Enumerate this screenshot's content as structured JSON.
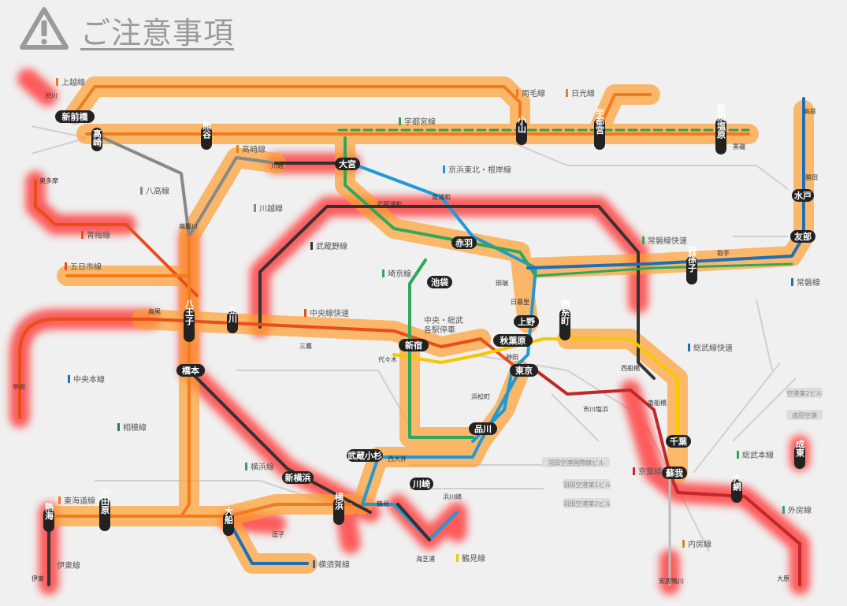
{
  "header": {
    "title": "ご注意事項",
    "icon": "warning-icon"
  },
  "stations": {
    "shin_maebashi": "新前橋",
    "takasaki": "高崎",
    "kumagaya": "熊谷",
    "omiya": "大宮",
    "oyama": "小山",
    "utsunomiya": "宇都宮",
    "nasushiobara": "那須塩原",
    "mito": "水戸",
    "tomobe": "友部",
    "akabane": "赤羽",
    "ikebukuro": "池袋",
    "abiko": "我孫子",
    "ueno": "上野",
    "akihabara": "秋葉原",
    "tokyo": "東京",
    "kinshicho": "錦糸町",
    "shinjuku": "新宿",
    "shinagawa": "品川",
    "tachikawa": "立川",
    "hachioji": "八王子",
    "hashimoto": "橋本",
    "musashikosugi": "武蔵小杉",
    "shin_yokohama": "新横浜",
    "kawasaki": "川崎",
    "yokohama": "横浜",
    "ofuna": "大船",
    "odawara": "小田原",
    "atami": "熱海",
    "chiba": "千葉",
    "soga": "蘇我",
    "oami": "大網",
    "narutou": "成東"
  },
  "lines": {
    "joetsu": "上越線",
    "ryomo": "両毛線",
    "nikko": "日光線",
    "utsunomiya": "宇都宮線",
    "takasaki": "高崎線",
    "keihin_tohoku": "京浜東北・根岸線",
    "hachiko": "八高線",
    "kawagoe": "川越線",
    "ome": "青梅線",
    "musashino": "武蔵野線",
    "joban_rapid": "常磐線快速",
    "itsukaichi": "五日市線",
    "saikyo": "埼京線",
    "joban": "常磐線",
    "chuo_rapid": "中央線快速",
    "chuo_sobu_1": "中央・総武",
    "chuo_sobu_2": "各駅停車",
    "sobu_rapid": "総武線快速",
    "chuo_main": "中央本線",
    "sagami": "相模線",
    "sobu_main": "総武本線",
    "yokohama": "横浜線",
    "keiyo": "京葉線",
    "tokaido": "東海道線",
    "sotobo": "外房線",
    "uchibo": "内房線",
    "tsurumi": "鶴見線",
    "yokosuka": "横須賀線",
    "ito": "伊東線"
  },
  "minor": {
    "musashi_urawa": "武蔵浦和",
    "minami_urawa": "南浦和",
    "tabata": "田端",
    "nippori": "日暮里",
    "kanda": "神田",
    "yoyogi": "代々木",
    "hamamatsucho": "浜松町",
    "nishifunabashi": "西船橋",
    "minamifunabashi": "南船橋",
    "nishi_oi": "西大井",
    "tsurumi": "鶴見",
    "hamakawasaki": "浜川崎",
    "umi_shibaura": "海芝浦",
    "takao": "高尾",
    "mitaka": "三鷹",
    "kofu": "甲府",
    "okutama": "奥多摩",
    "shibukawa": "渋川",
    "zushi": "逗子",
    "awa_kamogawa": "安房鴨川",
    "ohara": "大原",
    "ito_station": "伊東",
    "takahagi": "高萩",
    "katsuta": "勝田",
    "toride": "取手",
    "kuroiso": "黒磯",
    "kawagoe_station": "川越",
    "komagawa": "高麗川",
    "shiohama": "市川塩浜"
  },
  "airports": {
    "narita_t2": "空港第2ビル",
    "narita": "成田空港",
    "haneda_intl": "羽田空港国際線ビル",
    "haneda_t1": "羽田空港第1ビル",
    "haneda_t2": "羽田空港第2ビル"
  },
  "colors": {
    "warning_red": "#ff2a2a",
    "warning_orange": "#ffa030",
    "title_gray": "#9a9a9a"
  }
}
